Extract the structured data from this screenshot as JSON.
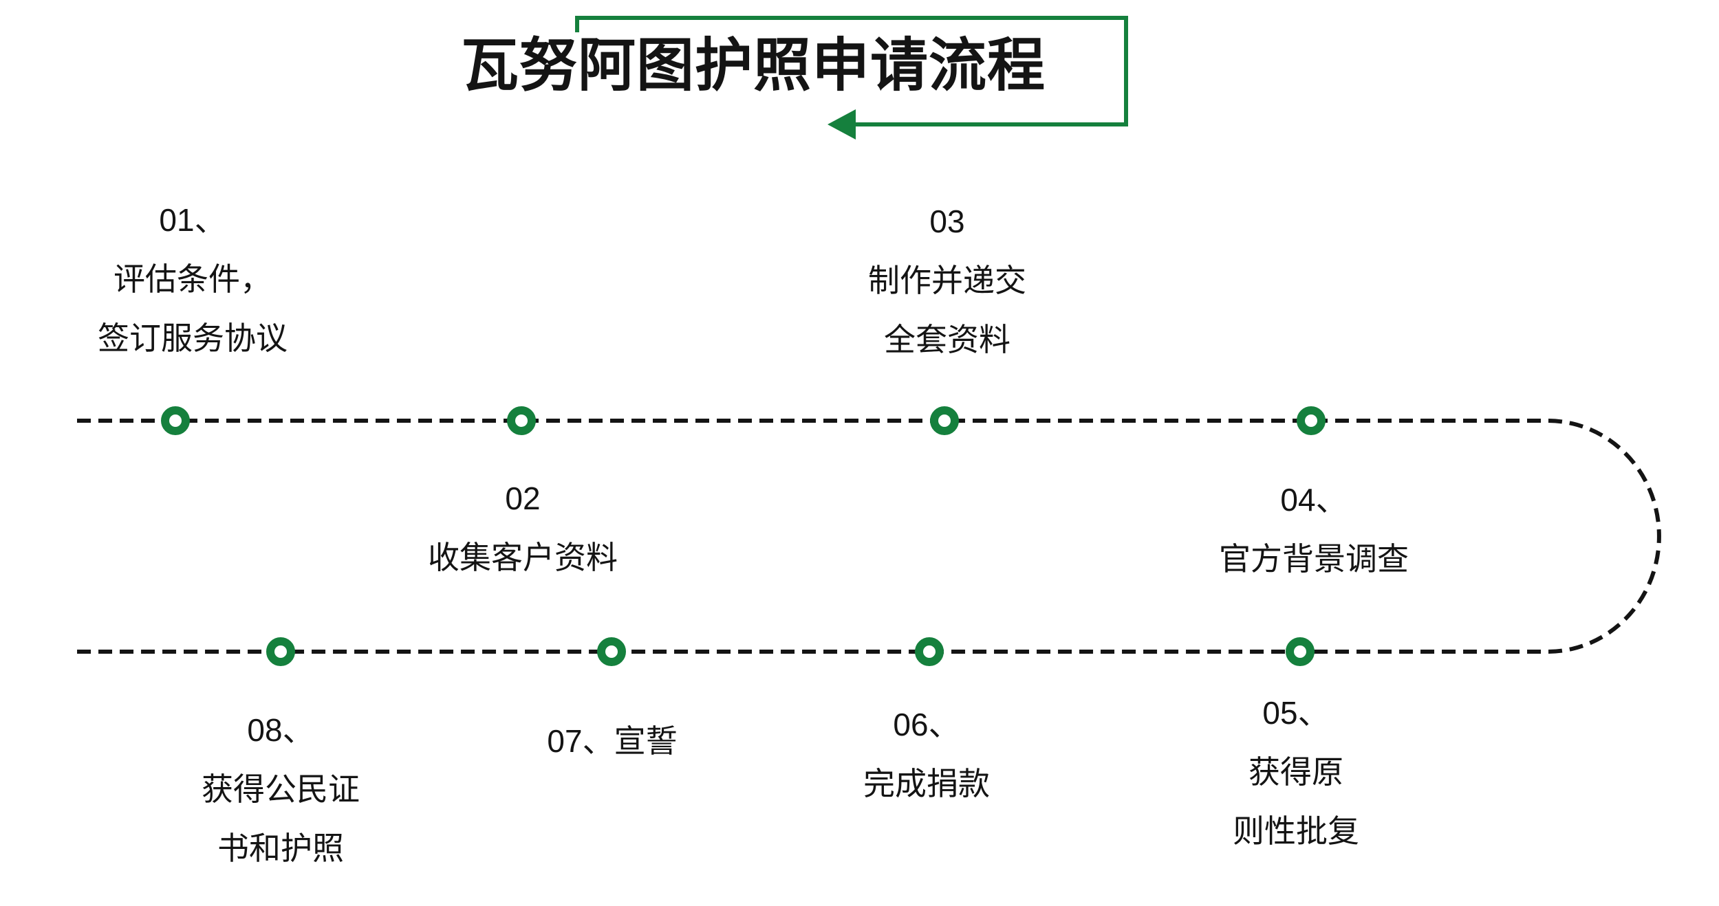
{
  "title": {
    "text": "瓦努阿图护照申请流程"
  },
  "colors": {
    "accent_green": "#15803d",
    "text_black": "#141414",
    "background": "#ffffff"
  },
  "icons": {
    "bracket_arrow": "left-arrowhead-icon",
    "node": "ring-node-icon"
  },
  "steps": [
    {
      "number": "01",
      "lines": [
        "01、",
        "评估条件，",
        "签订服务协议"
      ]
    },
    {
      "number": "02",
      "lines": [
        "02",
        "收集客户资料"
      ]
    },
    {
      "number": "03",
      "lines": [
        "03",
        "制作并递交",
        "全套资料"
      ]
    },
    {
      "number": "04",
      "lines": [
        "04、",
        "官方背景调查"
      ]
    },
    {
      "number": "05",
      "lines": [
        "05、",
        "获得原",
        "则性批复"
      ]
    },
    {
      "number": "06",
      "lines": [
        "06、",
        "完成捐款"
      ]
    },
    {
      "number": "07",
      "lines": [
        "07、宣誓"
      ]
    },
    {
      "number": "08",
      "lines": [
        "08、",
        "获得公民证",
        "书和护照"
      ]
    }
  ]
}
